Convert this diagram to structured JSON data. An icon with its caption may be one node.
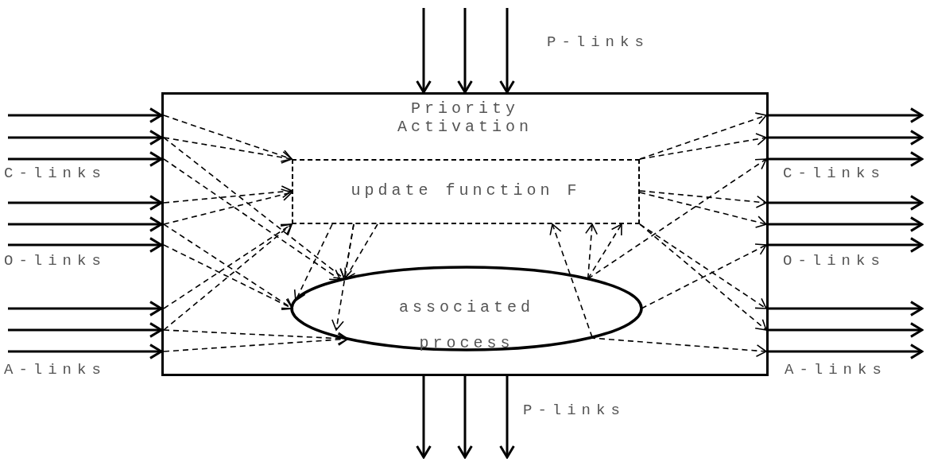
{
  "diagram": {
    "nodes": [
      {
        "text": [
          "Priority Activation"
        ]
      },
      {
        "text": [
          "update function F"
        ],
        "in": 0
      },
      {
        "text": [
          "associated process"
        ],
        "in": 0
      }
    ],
    "edges": [
      {
        "from": null,
        "to": 0,
        "arrow": "to"
      },
      {
        "from": null,
        "to": 0,
        "arrow": "to"
      },
      {
        "from": null,
        "to": 0,
        "arrow": "to"
      },
      {
        "from": null,
        "to": 0,
        "arrow": "to"
      },
      {
        "from": null,
        "to": 0,
        "arrow": "to"
      },
      {
        "from": null,
        "to": 0,
        "arrow": "to"
      },
      {
        "from": null,
        "to": 0,
        "arrow": "to"
      },
      {
        "from": null,
        "to": 0,
        "arrow": "to"
      },
      {
        "from": null,
        "to": 0,
        "arrow": "to"
      },
      {
        "from": null,
        "to": 0,
        "arrow": "to"
      },
      {
        "from": null,
        "to": 0,
        "arrow": "to"
      },
      {
        "from": null,
        "to": 0,
        "arrow": "to"
      },
      {
        "from": null,
        "to": 1,
        "arrow": "to",
        "style": "dashed"
      },
      {
        "from": null,
        "to": 1,
        "arrow": "to",
        "style": "dashed"
      },
      {
        "from": null,
        "to": 2,
        "arrow": "to",
        "style": "dashed"
      },
      {
        "from": null,
        "to": 2,
        "arrow": "to",
        "style": "dashed"
      },
      {
        "from": null,
        "to": 1,
        "arrow": "to",
        "style": "dashed"
      },
      {
        "from": null,
        "to": 1,
        "arrow": "to",
        "style": "dashed"
      },
      {
        "from": null,
        "to": 2,
        "arrow": "to",
        "style": "dashed"
      },
      {
        "from": null,
        "to": 2,
        "arrow": "to",
        "style": "dashed"
      },
      {
        "from": null,
        "to": 1,
        "arrow": "to",
        "style": "dashed"
      },
      {
        "from": null,
        "to": 1,
        "arrow": "to",
        "style": "dashed"
      },
      {
        "from": null,
        "to": 2,
        "arrow": "to",
        "style": "dashed"
      },
      {
        "from": null,
        "to": 2,
        "arrow": "to",
        "style": "dashed"
      },
      {
        "from": 1,
        "to": 2,
        "arrow": "to",
        "style": "dashed"
      },
      {
        "from": 1,
        "to": 2,
        "arrow": "to",
        "style": "dashed"
      },
      {
        "from": 1,
        "to": 2,
        "arrow": "to",
        "style": "dashed"
      },
      {
        "from": 1,
        "to": 2,
        "arrow": "to",
        "style": "dashed"
      },
      {
        "from": 2,
        "to": 1,
        "arrow": "to",
        "style": "dashed"
      },
      {
        "from": 2,
        "to": 1,
        "arrow": "to",
        "style": "dashed"
      },
      {
        "from": 2,
        "to": 1,
        "arrow": "to",
        "style": "dashed"
      },
      {
        "from": 1,
        "to": null,
        "arrow": "to",
        "style": "dashed"
      },
      {
        "from": 1,
        "to": null,
        "arrow": "to",
        "style": "dashed"
      },
      {
        "from": 2,
        "to": null,
        "arrow": "to",
        "style": "dashed"
      },
      {
        "from": 1,
        "to": null,
        "arrow": "to",
        "style": "dashed"
      },
      {
        "from": 1,
        "to": null,
        "arrow": "to",
        "style": "dashed"
      },
      {
        "from": 2,
        "to": null,
        "arrow": "to",
        "style": "dashed"
      },
      {
        "from": 1,
        "to": null,
        "arrow": "to",
        "style": "dashed"
      },
      {
        "from": 1,
        "to": null,
        "arrow": "to",
        "style": "dashed"
      },
      {
        "from": 2,
        "to": null,
        "arrow": "to",
        "style": "dashed"
      },
      {
        "from": 0,
        "to": null,
        "arrow": "to"
      },
      {
        "from": 0,
        "to": null,
        "arrow": "to"
      },
      {
        "from": 0,
        "to": null,
        "arrow": "to"
      },
      {
        "from": 0,
        "to": null,
        "arrow": "to"
      },
      {
        "from": 0,
        "to": null,
        "arrow": "to"
      },
      {
        "from": 0,
        "to": null,
        "arrow": "to"
      },
      {
        "from": 0,
        "to": null,
        "arrow": "to"
      },
      {
        "from": 0,
        "to": null,
        "arrow": "to"
      },
      {
        "from": 0,
        "to": null,
        "arrow": "to"
      },
      {
        "from": 0,
        "to": null,
        "arrow": "to"
      },
      {
        "from": 0,
        "to": null,
        "arrow": "to"
      },
      {
        "from": 0,
        "to": null,
        "arrow": "to"
      }
    ],
    "labels": [
      "P-links",
      "C-links",
      "C-links",
      "O-links",
      "O-links",
      "A-links",
      "A-links",
      "P-links"
    ]
  }
}
